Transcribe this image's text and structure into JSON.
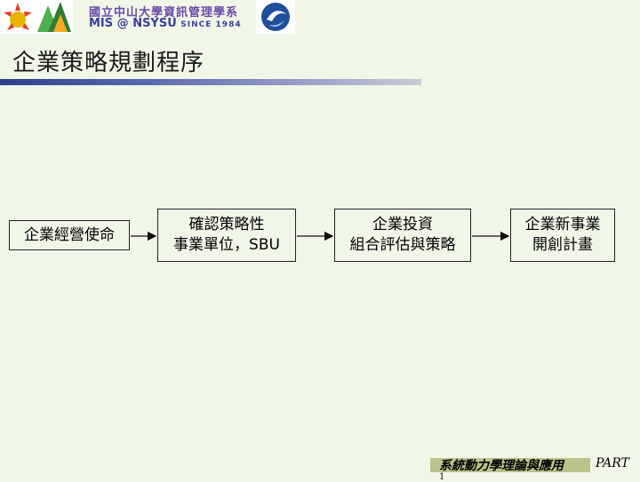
{
  "header": {
    "logo_line1": "國立中山大學資訊管理學系",
    "logo_line2": "MIS @ NSYSU",
    "logo_since": "SINCE 1984"
  },
  "title": "企業策略規劃程序",
  "flow": {
    "boxes": [
      {
        "lines": [
          "企業經營使命"
        ]
      },
      {
        "lines": [
          "確認策略性",
          "事業單位，SBU"
        ]
      },
      {
        "lines": [
          "企業投資",
          "組合評估與策略"
        ]
      },
      {
        "lines": [
          "企業新事業",
          "開創計畫"
        ]
      }
    ]
  },
  "footer": {
    "book": "系統動力學理論與應用",
    "part": "PART",
    "page": "1"
  },
  "colors": {
    "background": "#f1f7e7",
    "rule_dark": "#2f3f8a",
    "rule_light": "#c8cbd8",
    "footer_band": "#b9c38a"
  }
}
